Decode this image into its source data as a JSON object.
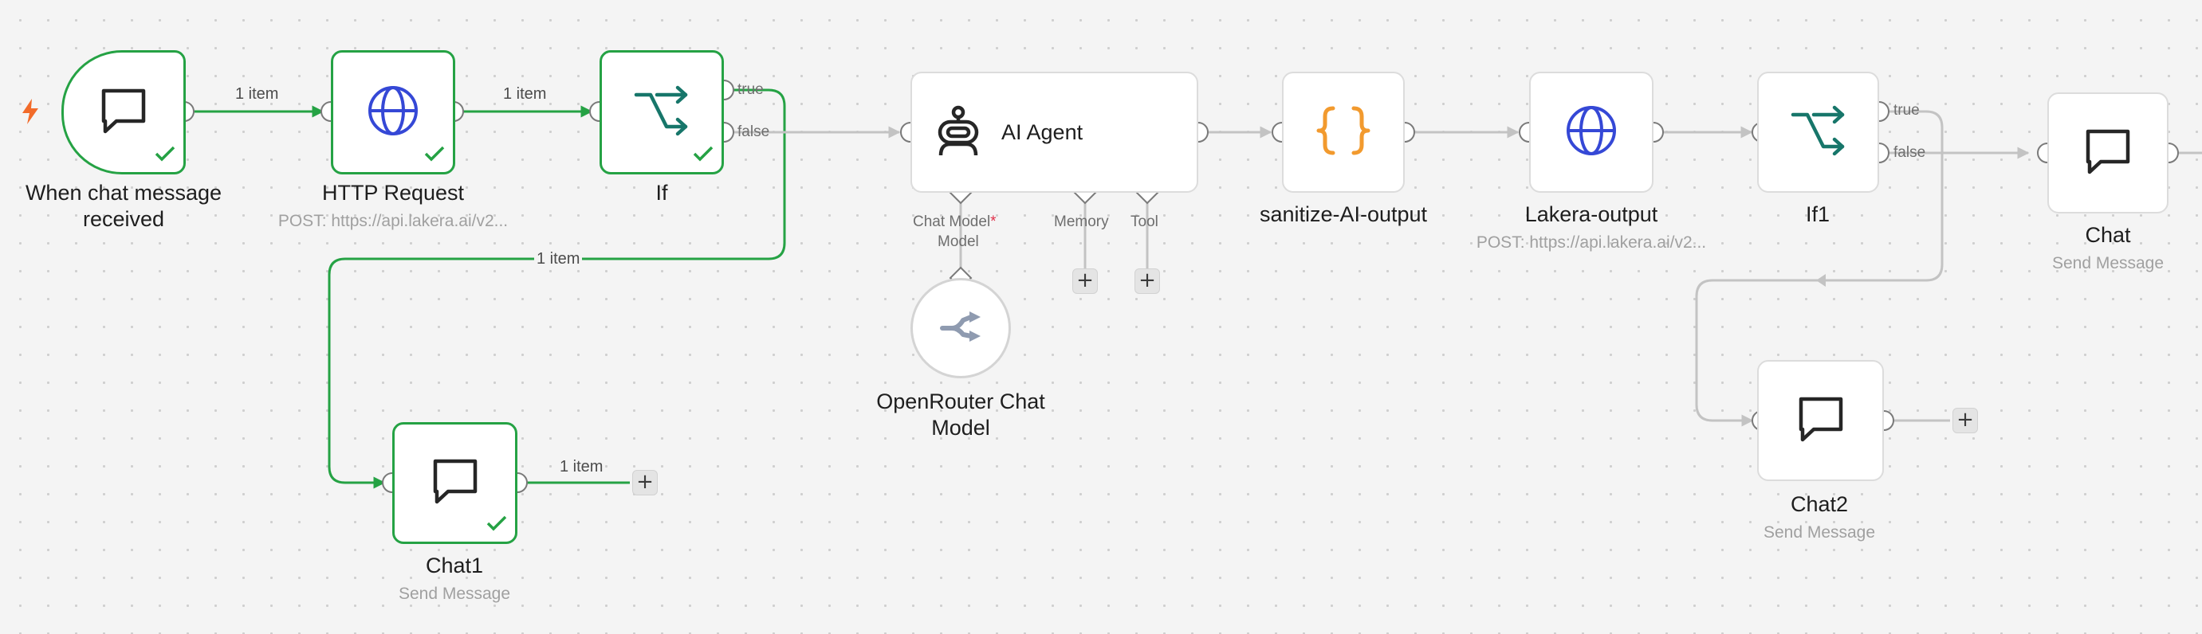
{
  "workflow": {
    "trigger": {
      "title_line1": "When chat message",
      "title_line2": "received"
    },
    "http_request": {
      "title": "HTTP Request",
      "subtitle": "POST: https://api.lakera.ai/v2..."
    },
    "if": {
      "title": "If"
    },
    "ai_agent": {
      "title": "AI Agent"
    },
    "sanitize": {
      "title": "sanitize-AI-output"
    },
    "lakera_output": {
      "title": "Lakera-output",
      "subtitle": "POST: https://api.lakera.ai/v2..."
    },
    "if1": {
      "title": "If1"
    },
    "chat": {
      "title": "Chat",
      "subtitle": "Send Message"
    },
    "chat1": {
      "title": "Chat1",
      "subtitle": "Send Message"
    },
    "chat2": {
      "title": "Chat2",
      "subtitle": "Send Message"
    },
    "openrouter": {
      "title_line1": "OpenRouter Chat",
      "title_line2": "Model"
    }
  },
  "ports": {
    "true": "true",
    "false": "false",
    "chat_model": "Chat Model",
    "required_mark": "*",
    "model": "Model",
    "memory": "Memory",
    "tool": "Tool"
  },
  "edges": {
    "trigger_to_http": "1 item",
    "http_to_if": "1 item",
    "if_true_to_chat1": "1 item",
    "chat1_out": "1 item"
  },
  "controls": {
    "add": "+"
  },
  "icons": {
    "trigger": "chat-bubble-icon",
    "http": "globe-icon",
    "if": "branch-icon",
    "agent": "robot-icon",
    "code": "curly-braces-icon",
    "openrouter": "openrouter-icon",
    "bolt": "lightning-bolt-icon",
    "check": "checkmark-icon"
  },
  "colors": {
    "success": "#25a244",
    "globe": "#3548d6",
    "branch": "#17766a",
    "braces": "#f29a2e",
    "bolt": "#f26b2a",
    "wire": "#c3c3c3",
    "canvas": "#f4f4f4"
  }
}
